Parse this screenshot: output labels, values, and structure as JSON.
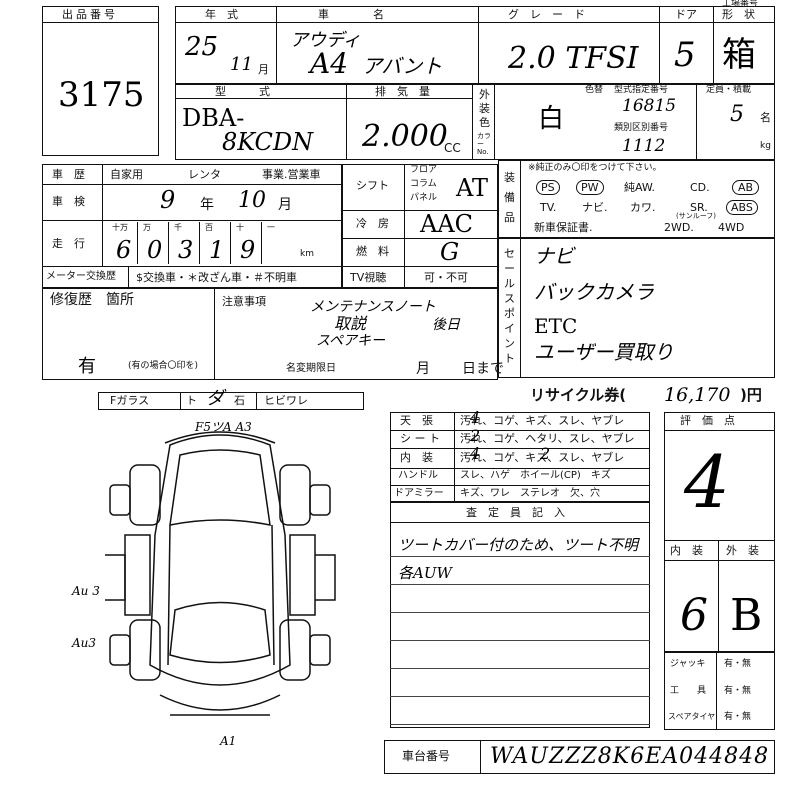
{
  "lot": {
    "label": "出品番号",
    "number": "3175"
  },
  "header": {
    "top_right": "工場番号",
    "year_label": "年　式",
    "maker_label": "車　　　　名",
    "grade_label": "グ　レ　ー　ド",
    "doors_label": "ドア",
    "shape_label": "形　状",
    "year_value": "25",
    "month_value": "11",
    "month_suffix": "月",
    "car_name_1": "アウディ",
    "car_name_2": "A4",
    "car_name_3": "アバント",
    "grade_value": "2.0 TFSI",
    "doors_value": "5",
    "shape_value": "箱"
  },
  "model": {
    "type_label": "型　　　式",
    "type_value_1": "DBA-",
    "type_value_2": "8KCDN",
    "displacement_label": "排　気　量",
    "displacement_value": "2.000",
    "displacement_unit": "CC",
    "ext_color_label": "外装色",
    "ext_color_value": "白",
    "color_change_label": "色替",
    "color_code_label": "型式指定番号",
    "color_code_value": "16815",
    "category_label": "類別区別番号",
    "category_value": "1112",
    "capacity_label": "定員・積載",
    "capacity_value": "5",
    "capacity_unit": "名",
    "load_unit": "kg",
    "color_no_label": "カラーNo."
  },
  "history": {
    "label": "車　歴",
    "own": "自家用",
    "rental": "レンタ",
    "business": "事業.営業車",
    "inspection_label": "車　検",
    "inspection_year": "9",
    "year_unit": "年",
    "inspection_month": "10",
    "month_unit": "月",
    "mileage_label": "走　行",
    "mileage_units": [
      "十万",
      "万",
      "千",
      "百",
      "十",
      "一"
    ],
    "mileage_digits": [
      "6",
      "0",
      "3",
      "1",
      "9"
    ],
    "mileage_unit": "km",
    "meter_label": "メーター交換歴",
    "meter_options": "$交換車・＊改ざん車・＃不明車"
  },
  "equipment_mid": {
    "shift_label": "シフト",
    "shift_options": [
      "フロア",
      "コラム",
      "パネル"
    ],
    "shift_value": "AT",
    "ac_label": "冷　房",
    "ac_value": "AAC",
    "fuel_label": "燃　料",
    "fuel_value": "G",
    "tv_label": "TV視聴",
    "tv_value": "可・不可"
  },
  "equipment": {
    "label": "装備品",
    "note": "※純正のみ〇印をつけて下さい。",
    "row1": [
      "PS",
      "PW",
      "純AW.",
      "CD.",
      "AB"
    ],
    "row2": [
      "TV.",
      "ナビ.",
      "カワ.",
      "SR.",
      "ABS"
    ],
    "row2_sub": "(サンルーフ)",
    "row3": [
      "新車保証書.",
      "2WD.",
      "4WD"
    ]
  },
  "sales_points": {
    "label": "セールスポイント",
    "items": [
      "ナビ",
      "バックカメラ",
      "ETC",
      "ユーザー買取り"
    ]
  },
  "repair": {
    "label": "修復歴　箇所",
    "value": "有",
    "note": "(有の場合〇印を)",
    "notes_label": "注意事項",
    "notes_hand_1": "メンテナンスノート",
    "notes_hand_2": "取説",
    "notes_hand_3": "スペアキー",
    "notes_hand_4": "後日",
    "deadline_label": "名変期限日",
    "deadline_month": "月",
    "deadline_day": "日まで"
  },
  "glass": {
    "label": "Fガラス",
    "options": [
      "ト",
      "石",
      "ヒビワレ"
    ],
    "marked": "ダ"
  },
  "recycle": {
    "label": "リサイクル券(",
    "value": "16,170",
    "unit": ")円"
  },
  "interior_table": {
    "rows": [
      {
        "label": "天　張",
        "value": "汚れ、コゲ、キズ、スレ、ヤブレ"
      },
      {
        "label": "シ ー ト",
        "value": "汚れ、コゲ、ヘタリ、スレ、ヤブレ"
      },
      {
        "label": "内　装",
        "value": "汚れ、コゲ、キズ、スレ、ヤブレ"
      },
      {
        "label": "ハンドル",
        "value": "スレ、ハゲ　ホイール(CP)　キズ"
      },
      {
        "label": "ドアミラー",
        "value": "キズ、ワレ　ステレオ　欠、穴"
      }
    ],
    "hand_marks": [
      "4",
      "2",
      "4",
      "2"
    ]
  },
  "evaluation": {
    "label": "評　価　点",
    "score": "4",
    "interior_label": "内　装",
    "exterior_label": "外　装",
    "interior_grade": "6",
    "exterior_grade": "B"
  },
  "inspector": {
    "label": "査　定　員　記　入",
    "line1": "ツートカバー付のため、ツート不明",
    "line2": "各AUW"
  },
  "tools": {
    "rows": [
      {
        "label": "ジャッキ",
        "value": "有・無"
      },
      {
        "label": "工　　具",
        "value": "有・無"
      },
      {
        "label": "スペアタイヤ",
        "value": "有・無"
      }
    ]
  },
  "chassis": {
    "label": "車台番号",
    "value": "WAUZZZ8K6EA044848"
  },
  "diagram": {
    "mark_front": "F5ツA A3",
    "mark_left_1": "Au 3",
    "mark_left_2": "Au3",
    "mark_rear": "A1"
  }
}
